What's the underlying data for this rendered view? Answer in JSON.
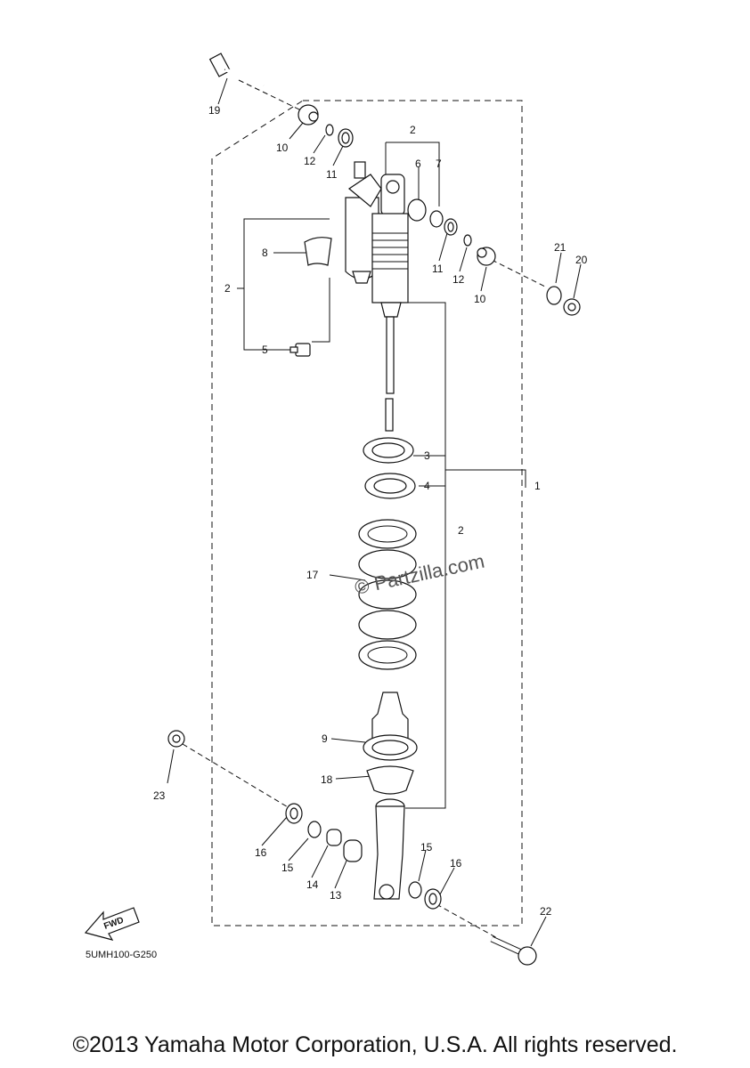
{
  "diagram_code": "5UMH100-G250",
  "fwd_label": "FWD",
  "watermark": "© Partzilla.com",
  "copyright": "©2013 Yamaha Motor Corporation, U.S.A. All rights reserved.",
  "callouts": {
    "n1": "1",
    "n2a": "2",
    "n2b": "2",
    "n2c": "2",
    "n3": "3",
    "n4": "4",
    "n5": "5",
    "n6": "6",
    "n7": "7",
    "n8": "8",
    "n9": "9",
    "n10a": "10",
    "n10b": "10",
    "n11a": "11",
    "n11b": "11",
    "n12a": "12",
    "n12b": "12",
    "n13": "13",
    "n14": "14",
    "n15a": "15",
    "n15b": "15",
    "n16a": "16",
    "n16b": "16",
    "n17": "17",
    "n18": "18",
    "n19": "19",
    "n20": "20",
    "n21": "21",
    "n22": "22",
    "n23": "23"
  }
}
